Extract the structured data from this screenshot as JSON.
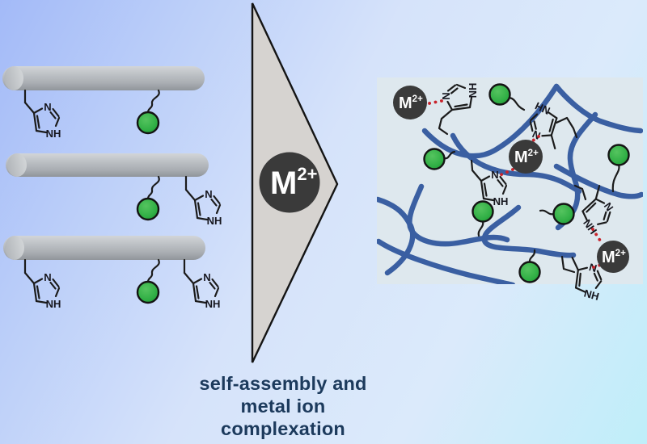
{
  "caption": {
    "line1": "self-assembly and",
    "line2": "metal ion",
    "line3": "complexation"
  },
  "metal": {
    "symbol": "M",
    "charge": "2+"
  },
  "chem": {
    "n_label": "N",
    "nh_label": "NH"
  },
  "colors": {
    "background_top_left": "#a3baf8",
    "background_bottom_right": "#bfeef9",
    "rod_gray": "#b4b8bc",
    "arrow_gray": "#d6d3d0",
    "metal_circle": "#3a3a3a",
    "bead_green": "#2fae44",
    "polymer_blue": "#3a5fa2",
    "coordination_red": "#c8232b",
    "panel_background": "#dee8ee",
    "caption_navy": "#1c3a5c",
    "bond_black": "#1b1b1b"
  }
}
